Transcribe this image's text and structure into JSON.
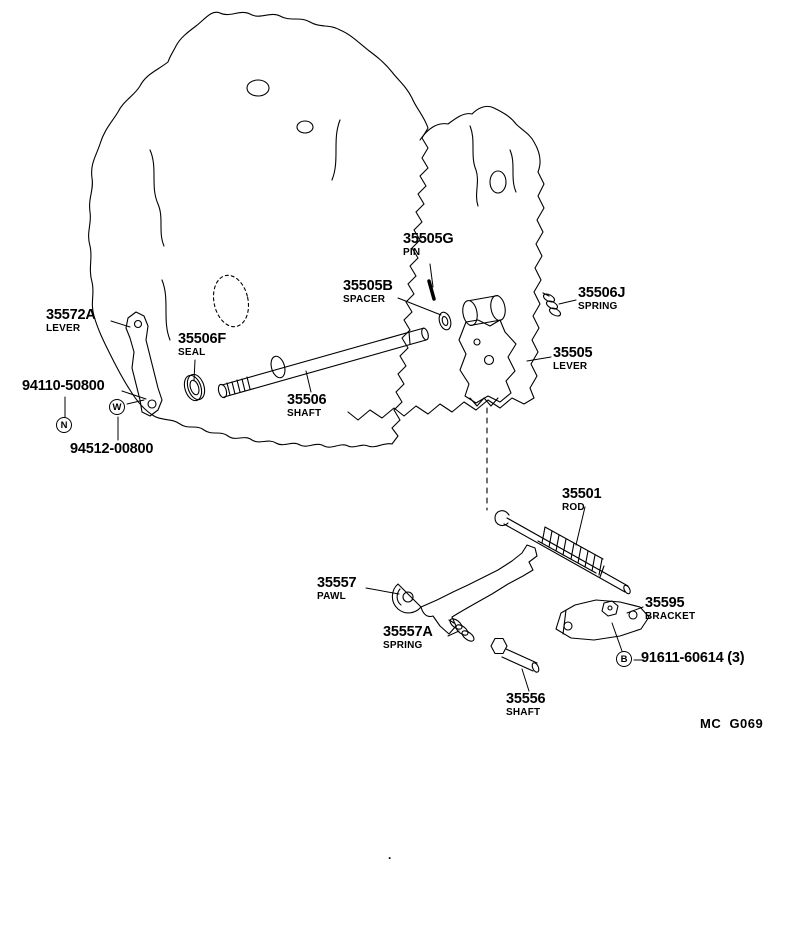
{
  "diagram": {
    "code": "MC  G069",
    "dot": "."
  },
  "callouts": {
    "pin": {
      "number": "35505G",
      "desc": "PIN"
    },
    "spacer": {
      "number": "35505B",
      "desc": "SPACER"
    },
    "spring_35506j": {
      "number": "35506J",
      "desc": "SPRING"
    },
    "lever_35572a": {
      "number": "35572A",
      "desc": "LEVER"
    },
    "seal": {
      "number": "35506F",
      "desc": "SEAL"
    },
    "lever_35505": {
      "number": "35505",
      "desc": "LEVER"
    },
    "nut": {
      "number": "94110-50800",
      "marker": "N"
    },
    "shaft_35506": {
      "number": "35506",
      "desc": "SHAFT"
    },
    "washer": {
      "number": "94512-00800",
      "marker": "W"
    },
    "rod": {
      "number": "35501",
      "desc": "ROD"
    },
    "pawl": {
      "number": "35557",
      "desc": "PAWL"
    },
    "bracket": {
      "number": "35595",
      "desc": "BRACKET"
    },
    "spring_35557a": {
      "number": "35557A",
      "desc": "SPRING"
    },
    "bolt": {
      "number": "91611-60614 (3)",
      "marker": "B"
    },
    "shaft_35556": {
      "number": "35556",
      "desc": "SHAFT"
    }
  }
}
